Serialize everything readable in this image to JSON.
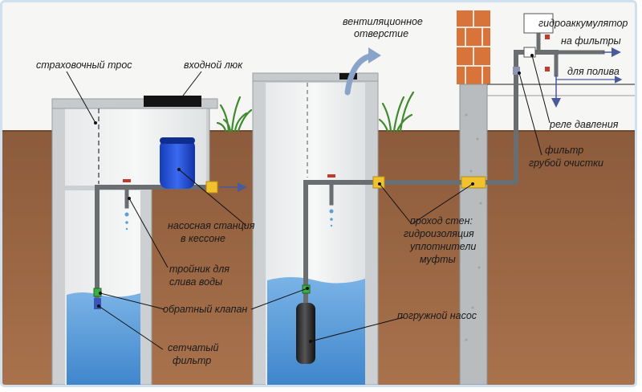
{
  "labels": {
    "safety_rope": "страховочный трос",
    "entry_hatch": "входной люк",
    "vent_hole_1": "вентиляционное",
    "vent_hole_2": "отверстие",
    "accumulator": "гидроаккумулятор",
    "to_filters": "на фильтры",
    "for_watering": "для полива",
    "pressure_relay": "реле давления",
    "coarse_filter_1": "фильтр",
    "coarse_filter_2": "грубой очистки",
    "pump_station_1": "насосная станция",
    "pump_station_2": "в кессоне",
    "wall_passage_1": "проход стен:",
    "wall_passage_2": "гидроизоляция",
    "wall_passage_3": "уплотнители",
    "wall_passage_4": "муфты",
    "tee_1": "тройник для",
    "tee_2": "слива воды",
    "check_valve": "обратный клапан",
    "submersible_pump": "погружной насос",
    "mesh_filter_1": "сетчатый",
    "mesh_filter_2": "фильтр"
  },
  "colors": {
    "soil": "#8a5a3a",
    "concrete": "#d4d6d8",
    "water": "#5b9ed8",
    "pipe": "#6b6e70",
    "fitting": "#f2c12e",
    "pump_station": "#1f4fd6",
    "brick": "#d8743a",
    "arrow": "#4b5a9a"
  }
}
